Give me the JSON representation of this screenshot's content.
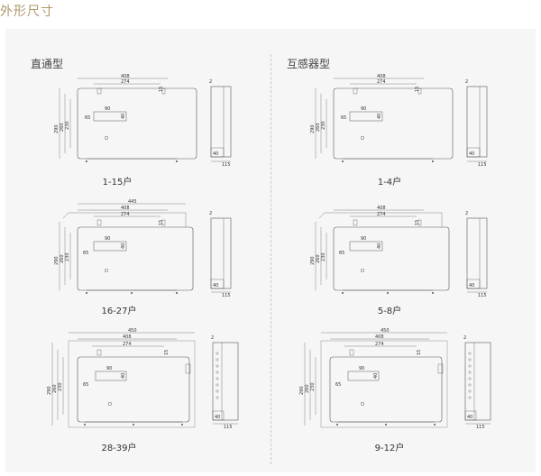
{
  "heading": "外形尺寸",
  "columns": {
    "left": "直通型",
    "right": "互感器型"
  },
  "drawings": [
    {
      "label": "1-15户",
      "dims": {
        "w1": "408",
        "w2": "274",
        "s": "15",
        "b": "90",
        "c": "40",
        "a": "65",
        "v1": "290",
        "v2": "260",
        "v3": "230",
        "sd": "40",
        "sw": "115"
      }
    },
    {
      "label": "1-4户",
      "dims": {
        "w1": "408",
        "w2": "274",
        "s": "15",
        "b": "90",
        "c": "40",
        "a": "65",
        "v1": "290",
        "v2": "260",
        "v3": "230",
        "sd": "40",
        "sw": "115"
      }
    },
    {
      "label": "16-27户",
      "dims": {
        "w0": "445",
        "w1": "408",
        "w2": "274",
        "s": "15",
        "b": "90",
        "c": "40",
        "a": "65",
        "v1": "290",
        "v2": "260",
        "v3": "230",
        "sd": "40",
        "sw": "115"
      }
    },
    {
      "label": "5-8户",
      "dims": {
        "w1": "408",
        "w2": "274",
        "s": "15",
        "b": "90",
        "c": "40",
        "a": "65",
        "v1": "290",
        "v2": "260",
        "v3": "230",
        "sd": "40",
        "sw": "115"
      }
    },
    {
      "label": "28-39户",
      "dims": {
        "w0": "450",
        "w1": "408",
        "w2": "274",
        "s": "15",
        "b": "90",
        "c": "40",
        "a": "65",
        "v1": "290",
        "v2": "260",
        "v3": "230",
        "sd": "40",
        "sw": "115"
      }
    },
    {
      "label": "9-12户",
      "dims": {
        "w0": "450",
        "w1": "408",
        "w2": "274",
        "s": "15",
        "b": "90",
        "c": "40",
        "a": "65",
        "v1": "290",
        "v2": "260",
        "v3": "230",
        "sd": "40",
        "sw": "115"
      }
    }
  ]
}
